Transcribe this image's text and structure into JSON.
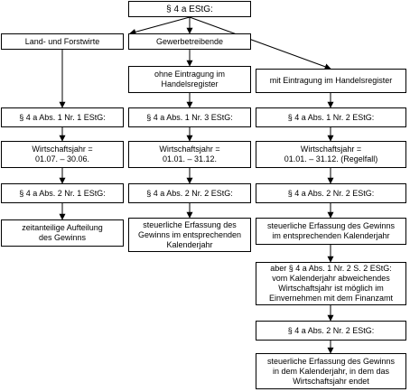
{
  "root": {
    "text": "§ 4 a EStG:"
  },
  "branches": {
    "land": "Land- und Forstwirte",
    "gewerbe": "Gewerbetreibende"
  },
  "gewerbe_sub": {
    "ohne": "ohne Eintragung im\nHandelsregister",
    "mit": "mit Eintragung im Handelsregister"
  },
  "col1": {
    "law1": "§ 4 a Abs. 1 Nr. 1 EStG:",
    "year": "Wirtschaftsjahr =\n01.07. – 30.06.",
    "law2": "§ 4 a Abs. 2 Nr. 1 EStG:",
    "result": "zeitanteilige Aufteilung\ndes Gewinns"
  },
  "col2": {
    "law1": "§ 4 a Abs. 1 Nr. 3 EStG:",
    "year": "Wirtschaftsjahr =\n01.01. – 31.12.",
    "law2": "§ 4 a Abs. 2 Nr. 2 EStG:",
    "result": "steuerliche Erfassung des\nGewinns im entsprechenden\nKalenderjahr"
  },
  "col3": {
    "law1": "§ 4 a Abs. 1 Nr. 2 EStG:",
    "year": "Wirtschaftsjahr =\n01.01. – 31.12. (Regelfall)",
    "law2": "§ 4 a Abs. 2 Nr. 2 EStG:",
    "result": "steuerliche Erfassung des Gewinns\nim entsprechenden Kalenderjahr",
    "exception": "aber § 4 a Abs. 1 Nr. 2 S. 2 EStG:\nvom Kalenderjahr abweichendes\nWirtschaftsjahr ist möglich im\nEinvernehmen mit dem Finanzamt",
    "law3": "§ 4 a Abs. 2 Nr. 2 EStG:",
    "final": "steuerliche Erfassung des Gewinns\nin dem Kalenderjahr, in dem das\nWirtschaftsjahr endet"
  }
}
